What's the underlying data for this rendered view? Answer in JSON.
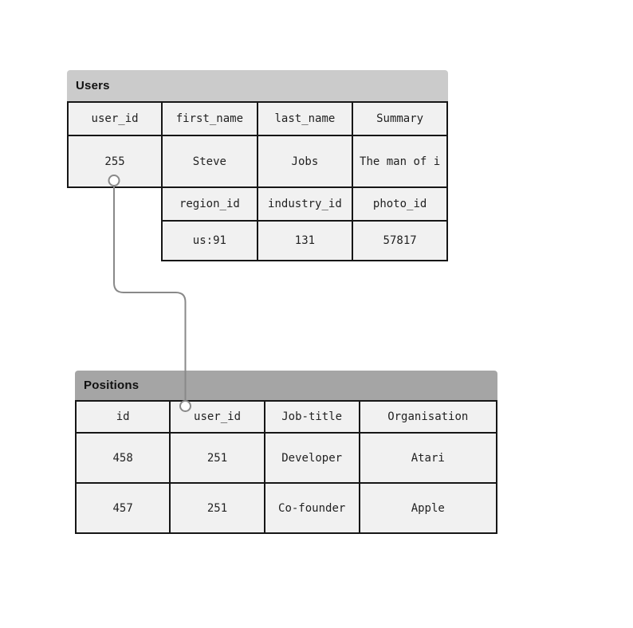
{
  "diagram": {
    "users_table": {
      "title": "Users",
      "columns": [
        "user_id",
        "first_name",
        "last_name",
        "Summary"
      ],
      "row_values": [
        "255",
        "Steve",
        "Jobs",
        "The man of i"
      ],
      "extra_columns": [
        "region_id",
        "industry_id",
        "photo_id"
      ],
      "extra_row_values": [
        "us:91",
        "131",
        "57817"
      ]
    },
    "positions_table": {
      "title": "Positions",
      "columns": [
        "id",
        "user_id",
        "Job-title",
        "Organisation"
      ],
      "rows": [
        [
          "458",
          "251",
          "Developer",
          "Atari"
        ],
        [
          "457",
          "251",
          "Co-founder",
          "Apple"
        ]
      ]
    },
    "colors": {
      "users_header_bg": "#cbcbcb",
      "positions_header_bg": "#a5a5a5",
      "cell_bg": "#f1f1f1",
      "cell_border": "#161616",
      "connector_line": "#898989",
      "endpoint_fill": "#ffffff",
      "canvas_bg": "#ffffff"
    }
  }
}
